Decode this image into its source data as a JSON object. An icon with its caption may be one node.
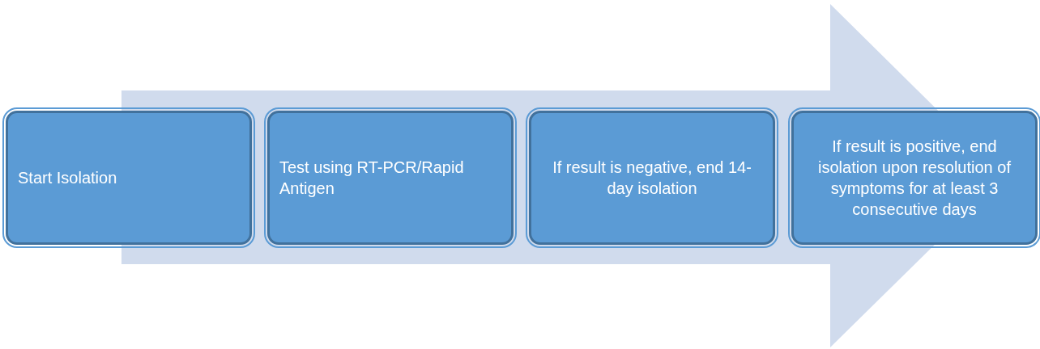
{
  "diagram": {
    "nodes": [
      {
        "text": [
          "Start Isolation"
        ]
      },
      {
        "text": [
          "Test using RT-PCR/Rapid Antigen"
        ]
      },
      {
        "text": [
          "If result is negative, end 14-day isolation"
        ]
      },
      {
        "text": [
          "If result is positive, end isolation upon resolution of symptoms for at least 3 consecutive days"
        ]
      }
    ],
    "edges": [
      {
        "from": 0,
        "to": 3,
        "arrow": "to"
      }
    ]
  }
}
